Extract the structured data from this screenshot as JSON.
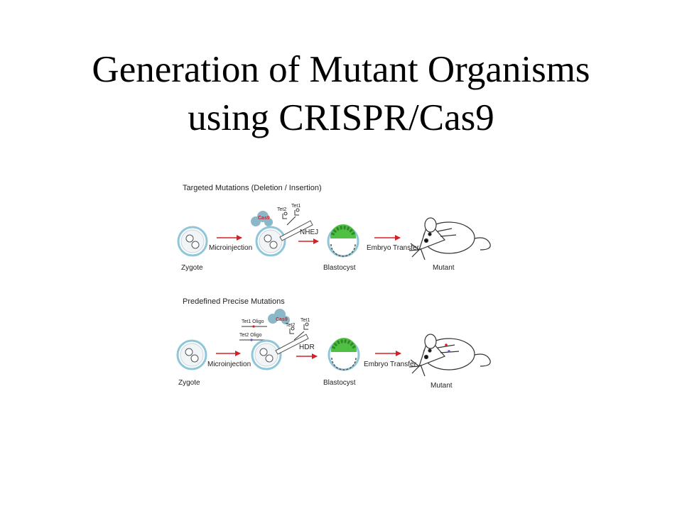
{
  "title": {
    "line1": "Generation of Mutant Organisms",
    "line2": "using CRISPR/Cas9"
  },
  "colors": {
    "arrow": "#d81f26",
    "cell_ring": "#8fc6da",
    "cas9_blob": "#8ab8c8",
    "blastocyst_cells": "#4fc043",
    "text": "#222222"
  },
  "panel_top": {
    "heading": "Targeted Mutations (Deletion / Insertion)",
    "step1": "Microinjection",
    "step2": "NHEJ",
    "step3": "Embryo Transfer",
    "stage_zygote": "Zygote",
    "stage_blastocyst": "Blastocyst",
    "stage_mutant": "Mutant",
    "cas9": "Cas9",
    "tet2": "Tet2",
    "tet1": "Tet1"
  },
  "panel_bottom": {
    "heading": "Predefined Precise Mutations",
    "step1": "Microinjection",
    "step2": "HDR",
    "step3": "Embryo Transfer",
    "stage_zygote": "Zygote",
    "stage_blastocyst": "Blastocyst",
    "stage_mutant": "Mutant",
    "cas9": "Cas9",
    "tet2": "Tet2",
    "tet1": "Tet1",
    "tet1_oligo": "Tet1 Oligo",
    "tet2_oligo": "Tet2 Oligo"
  }
}
